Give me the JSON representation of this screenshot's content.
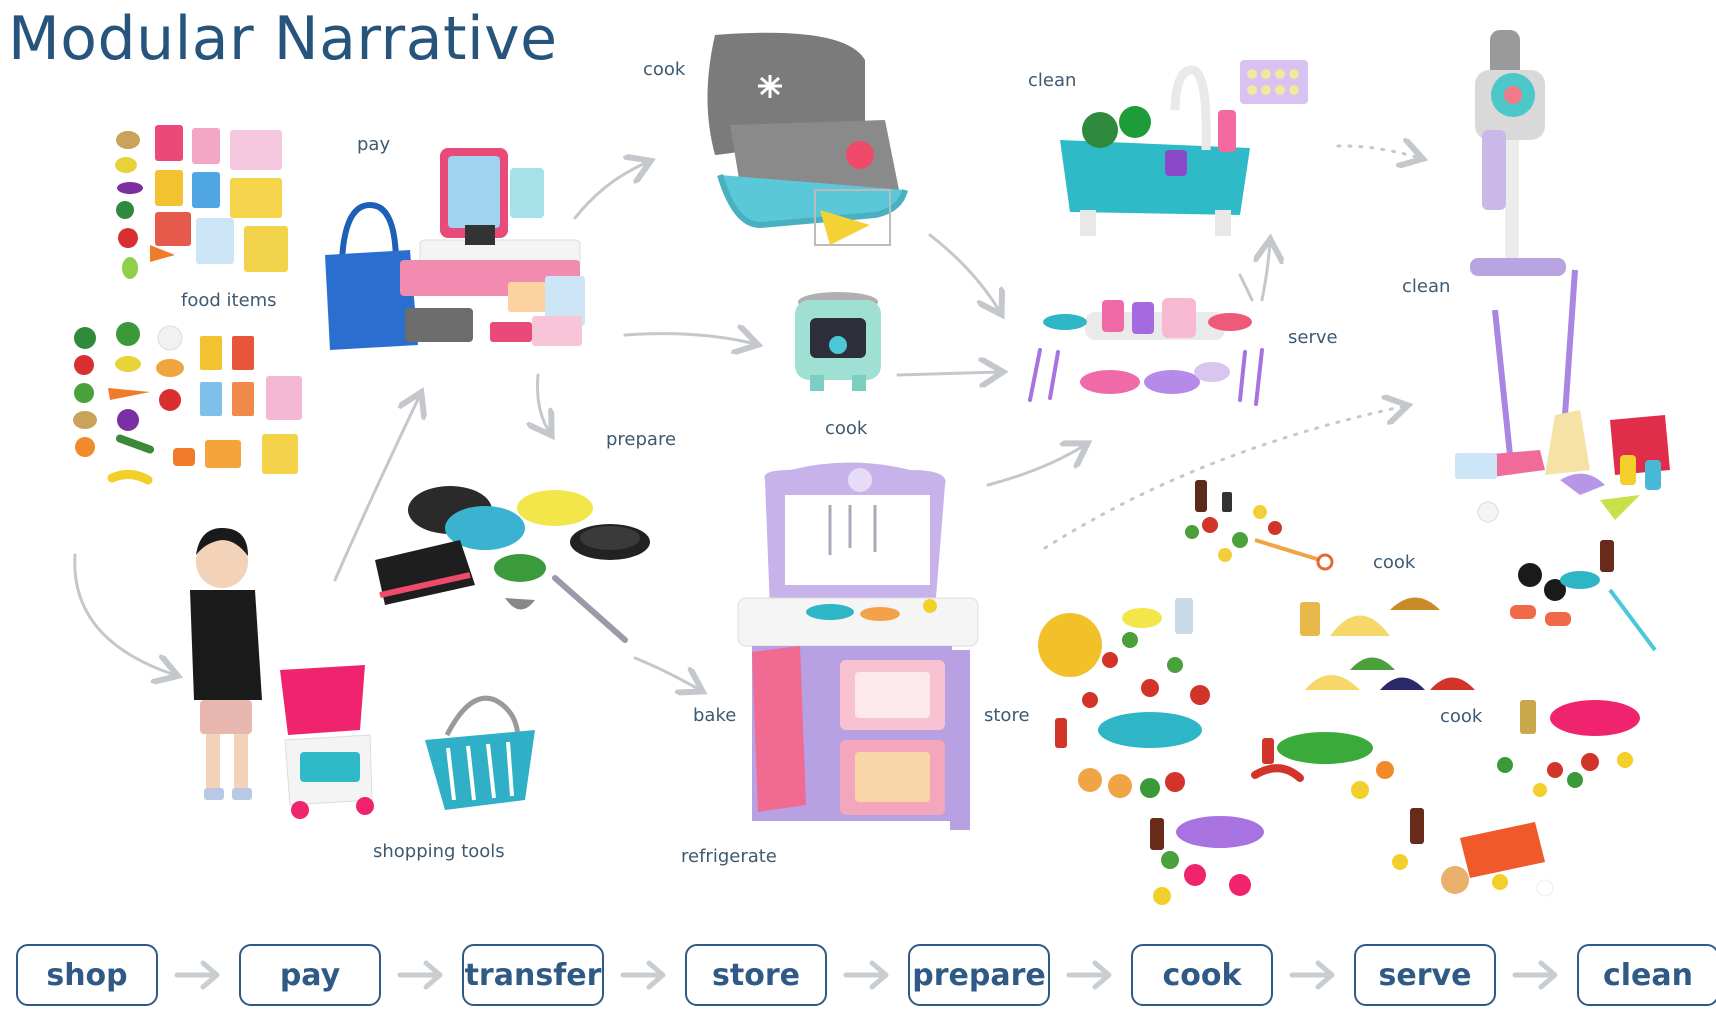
{
  "title": "Modular Narrative",
  "labels": {
    "food_items": "food items",
    "pay": "pay",
    "cook_grill": "cook",
    "clean_sink": "clean",
    "clean_vacuum": "clean",
    "serve": "serve",
    "cook_pot": "cook",
    "prepare": "prepare",
    "shopping_tools": "shopping tools",
    "bake": "bake",
    "refrigerate": "refrigerate",
    "store": "store",
    "cook_food_1": "cook",
    "cook_food_2": "cook"
  },
  "steps": [
    "shop",
    "pay",
    "transfer",
    "store",
    "prepare",
    "cook",
    "serve",
    "clean"
  ],
  "colors": {
    "title": "#27547c",
    "step_border": "#2e5a85",
    "arrow": "#c8cdd2"
  }
}
